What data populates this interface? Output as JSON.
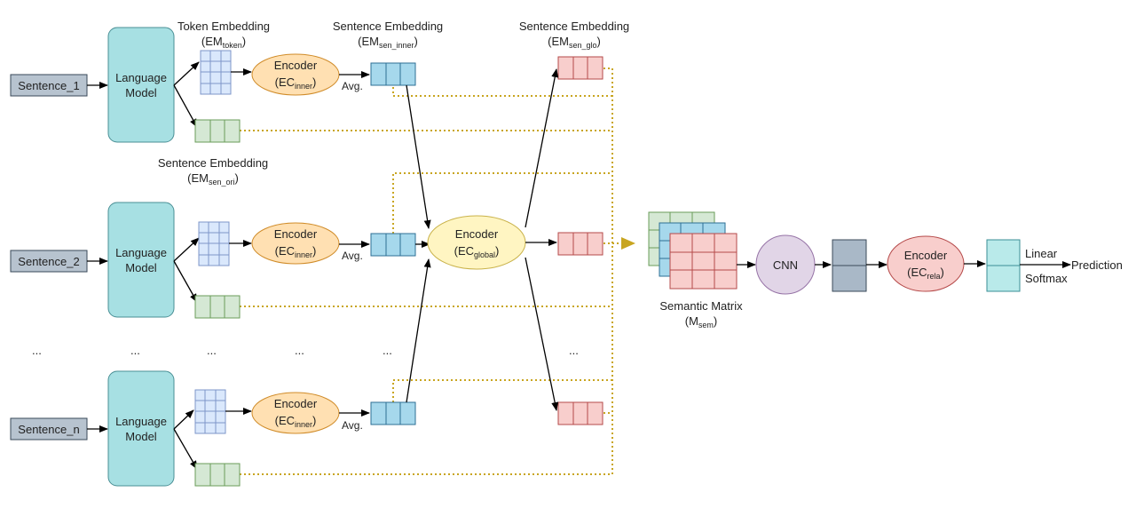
{
  "sentences": [
    "Sentence_1",
    "Sentence_2",
    "Sentence_n"
  ],
  "lm_line1": "Language",
  "lm_line2": "Model",
  "encoder_word": "Encoder",
  "ec": "EC",
  "ec_inner_sub": "inner",
  "ec_global_sub": "global",
  "ec_rela_sub": "rela",
  "em": "EM",
  "avg": "Avg.",
  "ellipsis": "...",
  "token_embedding": "Token Embedding",
  "token_sub": "token",
  "sentence_embedding": "Sentence Embedding",
  "sen_inner_sub": "sen_inner",
  "sen_glo_sub": "sen_glo",
  "sen_ori_sub": "sen_ori",
  "semantic_matrix": "Semantic Matrix",
  "m": "M",
  "sem_sub": "sem",
  "cnn": "CNN",
  "linear": "Linear",
  "softmax": "Softmax",
  "prediction": "Prediction",
  "colors": {
    "sentence_fill": "#b7c3cf",
    "lm_fill": "#a7e0e3",
    "token_fill": "#dae8fc",
    "encoder_orange": "#ffe0b2",
    "encoder_yellow": "#fff5c2",
    "encoder_red": "#f8cecc",
    "blue_cell": "#a6d8ec",
    "green_cell": "#d5e8d4",
    "red_cell": "#f8cecc",
    "cnn_fill": "#e1d5e7",
    "dark_box": "#a9b8c7",
    "dotted": "#c8a520"
  }
}
